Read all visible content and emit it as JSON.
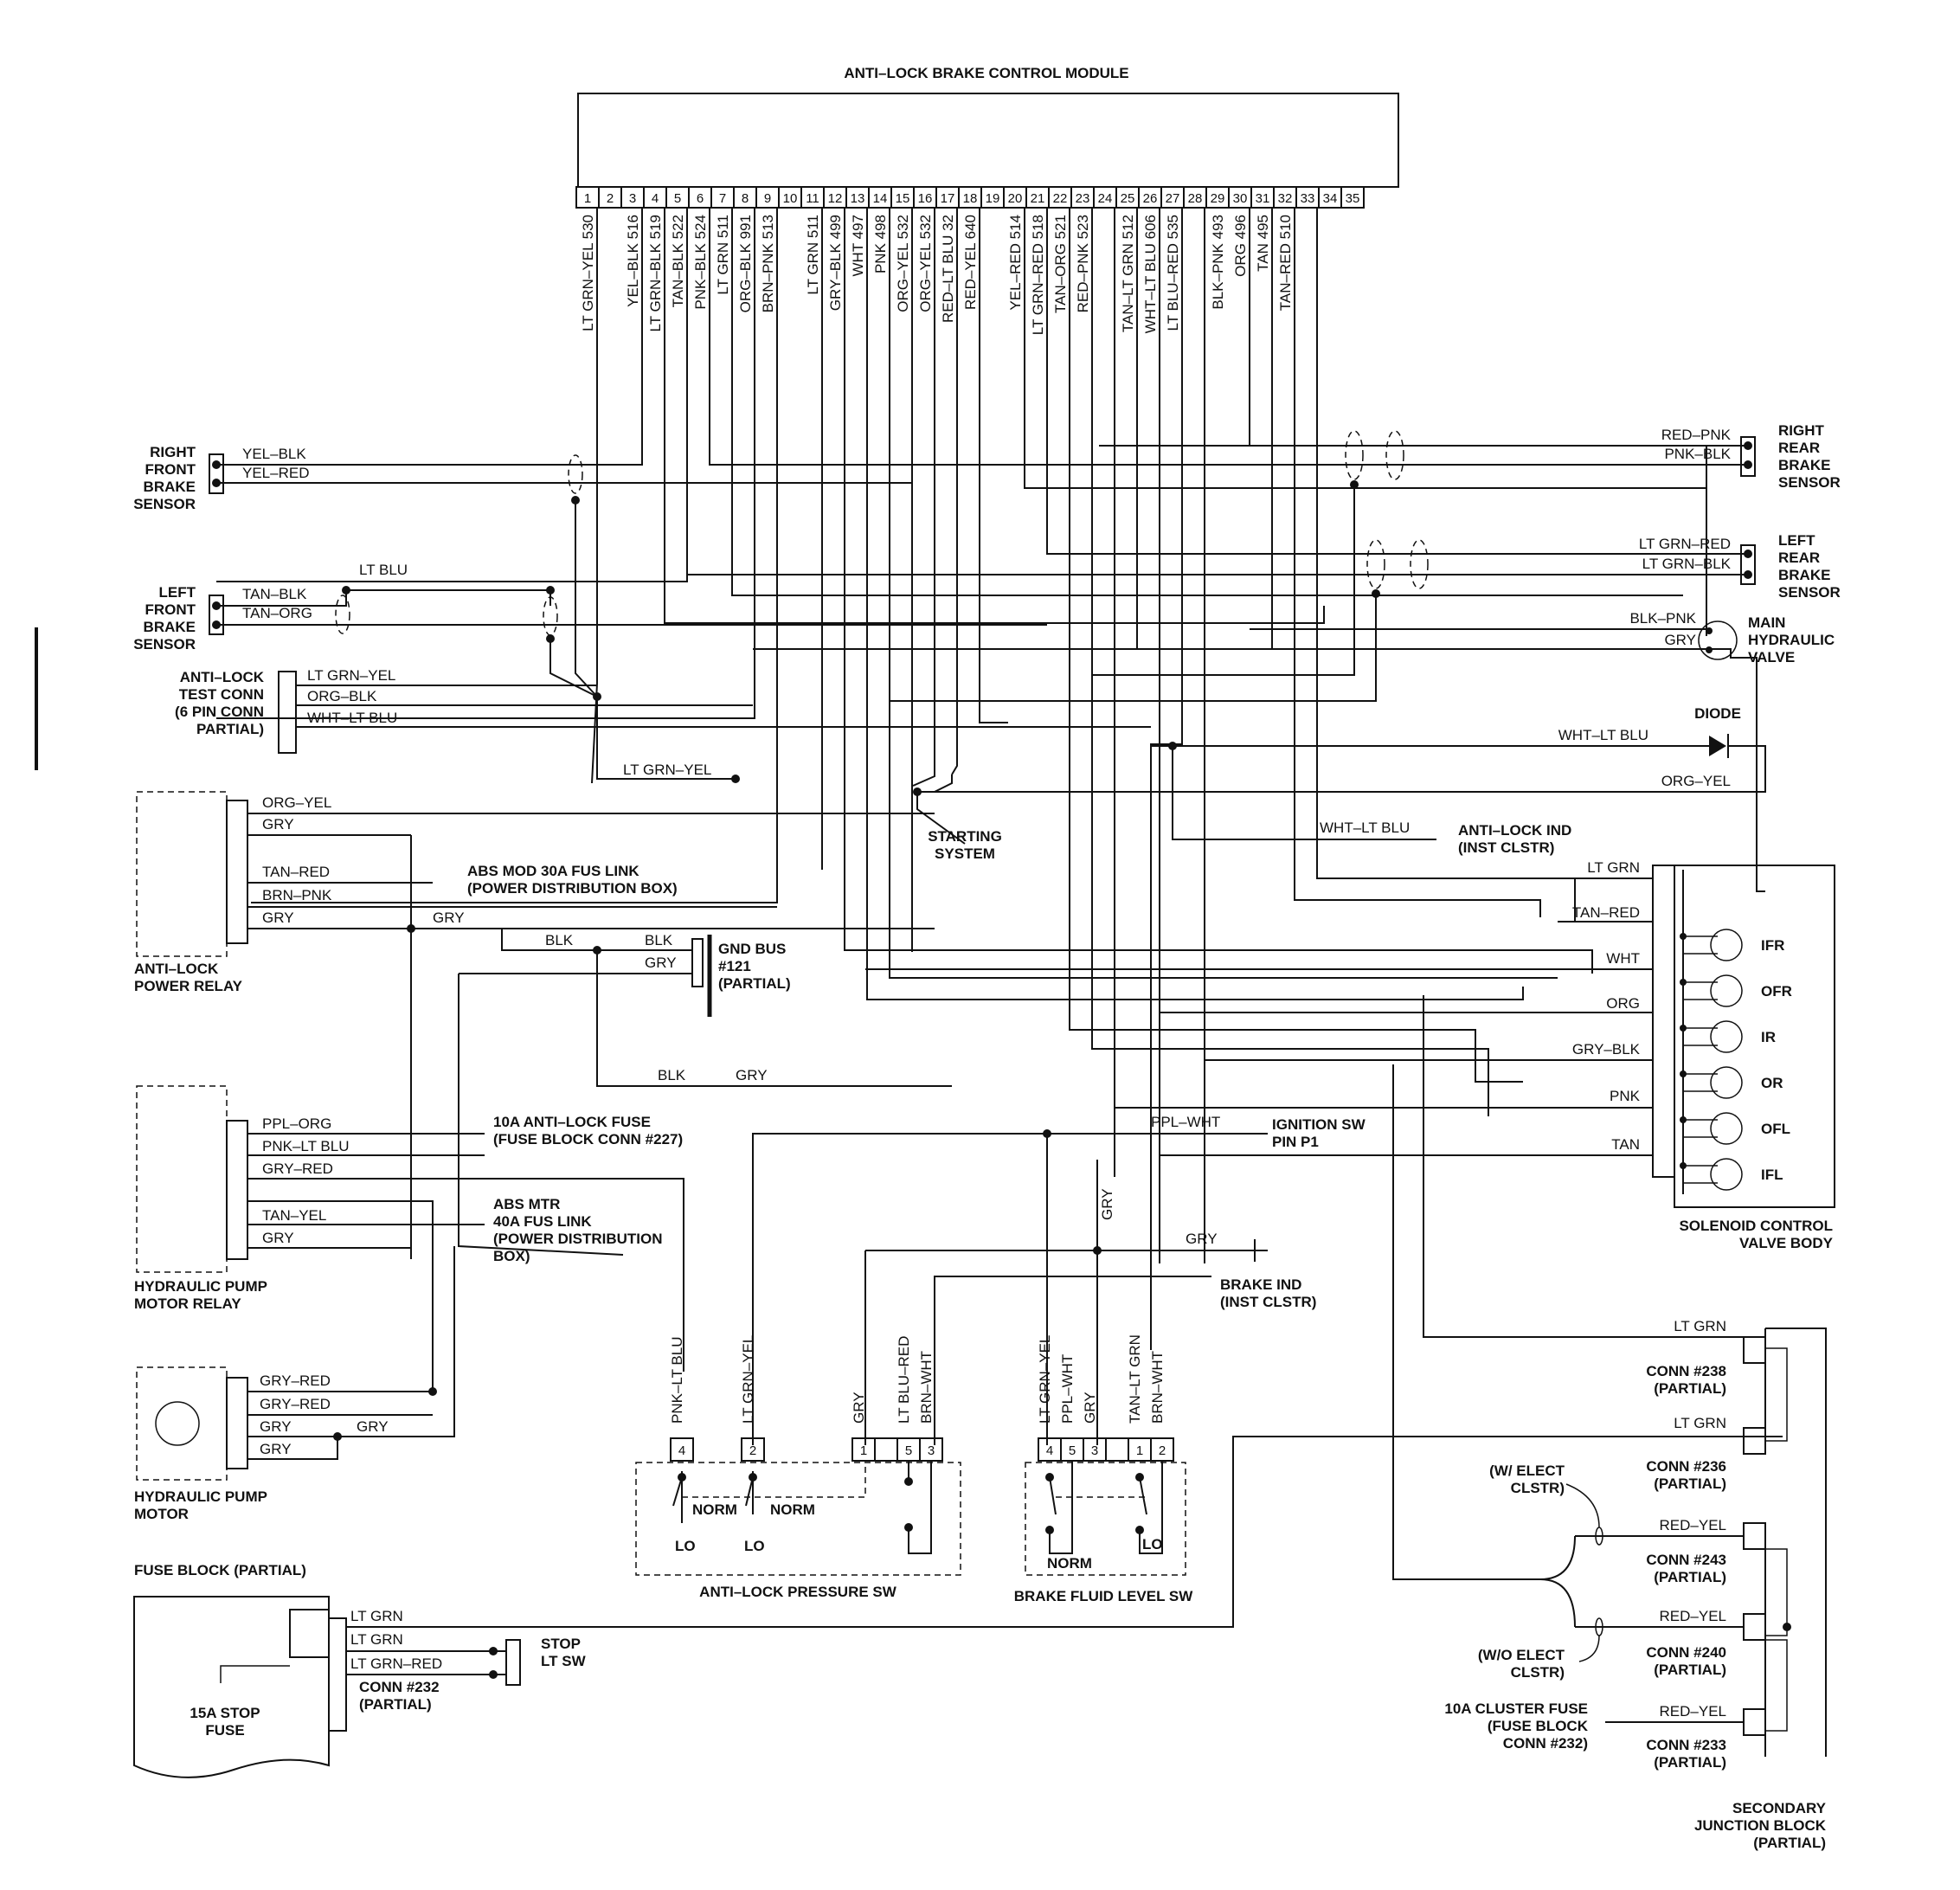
{
  "module": {
    "title": "ANTI–LOCK BRAKE CONTROL MODULE",
    "pins": [
      {
        "n": "1",
        "wire": "LT GRN–YEL 530"
      },
      {
        "n": "2",
        "wire": ""
      },
      {
        "n": "3",
        "wire": "YEL–BLK 516"
      },
      {
        "n": "4",
        "wire": "LT GRN–BLK 519"
      },
      {
        "n": "5",
        "wire": "TAN–BLK 522"
      },
      {
        "n": "6",
        "wire": "PNK–BLK 524"
      },
      {
        "n": "7",
        "wire": "LT GRN 511"
      },
      {
        "n": "8",
        "wire": "ORG–BLK 991"
      },
      {
        "n": "9",
        "wire": "BRN–PNK 513"
      },
      {
        "n": "10",
        "wire": ""
      },
      {
        "n": "11",
        "wire": "LT GRN 511"
      },
      {
        "n": "12",
        "wire": "GRY–BLK 499"
      },
      {
        "n": "13",
        "wire": "WHT 497"
      },
      {
        "n": "14",
        "wire": "PNK 498"
      },
      {
        "n": "15",
        "wire": "ORG–YEL 532"
      },
      {
        "n": "16",
        "wire": "ORG–YEL 532"
      },
      {
        "n": "17",
        "wire": "RED–LT BLU 32"
      },
      {
        "n": "18",
        "wire": "RED–YEL 640"
      },
      {
        "n": "19",
        "wire": ""
      },
      {
        "n": "20",
        "wire": "YEL–RED 514"
      },
      {
        "n": "21",
        "wire": "LT GRN–RED 518"
      },
      {
        "n": "22",
        "wire": "TAN–ORG 521"
      },
      {
        "n": "23",
        "wire": "RED–PNK 523"
      },
      {
        "n": "24",
        "wire": ""
      },
      {
        "n": "25",
        "wire": "TAN–LT GRN 512"
      },
      {
        "n": "26",
        "wire": "WHT–LT BLU 606"
      },
      {
        "n": "27",
        "wire": "LT BLU–RED 535"
      },
      {
        "n": "28",
        "wire": ""
      },
      {
        "n": "29",
        "wire": "BLK–PNK 493"
      },
      {
        "n": "30",
        "wire": "ORG 496"
      },
      {
        "n": "31",
        "wire": "TAN 495"
      },
      {
        "n": "32",
        "wire": "TAN–RED 510"
      },
      {
        "n": "33",
        "wire": ""
      },
      {
        "n": "34",
        "wire": ""
      },
      {
        "n": "35",
        "wire": ""
      }
    ]
  },
  "components": {
    "rf_sensor": "RIGHT\nFRONT\nBRAKE\nSENSOR",
    "lf_sensor": "LEFT\nFRONT\nBRAKE\nSENSOR",
    "test_conn": "ANTI–LOCK\nTEST CONN\n(6 PIN CONN\nPARTIAL)",
    "rr_sensor": "RIGHT\nREAR\nBRAKE\nSENSOR",
    "lr_sensor": "LEFT\nREAR\nBRAKE\nSENSOR",
    "main_valve": "MAIN\nHYDRAULIC\nVALVE",
    "diode": "DIODE",
    "starting": "STARTING\nSYSTEM",
    "power_relay": "ANTI–LOCK\nPOWER RELAY",
    "abs_mod_link": "ABS MOD 30A FUS LINK\n(POWER DISTRIBUTION BOX)",
    "gnd_bus": "GND BUS\n#121\n(PARTIAL)",
    "anti_lock_ind": "ANTI–LOCK IND\n(INST CLSTR)",
    "solenoid_body": "SOLENOID CONTROL\nVALVE BODY",
    "fuse_10a": "10A ANTI–LOCK FUSE\n(FUSE BLOCK CONN #227)",
    "ignition_sw": "IGNITION SW\nPIN P1",
    "abs_mtr": "ABS MTR\n40A FUS LINK\n(POWER DISTRIBUTION\nBOX)",
    "pump_relay": "HYDRAULIC PUMP\nMOTOR RELAY",
    "pump_motor": "HYDRAULIC PUMP\nMOTOR",
    "brake_ind": "BRAKE IND\n(INST CLSTR)",
    "pressure_sw": "ANTI–LOCK PRESSURE SW",
    "fluid_sw": "BRAKE FLUID LEVEL SW",
    "fuse_block": "FUSE BLOCK (PARTIAL)",
    "stop_fuse": "15A STOP\nFUSE",
    "stop_lt_sw": "STOP\nLT SW",
    "conn232": "CONN #232\n(PARTIAL)",
    "conn238": "CONN #238\n(PARTIAL)",
    "conn236": "CONN #236\n(PARTIAL)",
    "conn243": "CONN #243\n(PARTIAL)",
    "conn240": "CONN #240\n(PARTIAL)",
    "conn233": "CONN #233\n(PARTIAL)",
    "w_elect": "(W/ ELECT\nCLSTR)",
    "wo_elect": "(W/O ELECT\nCLSTR)",
    "cluster_fuse": "10A CLUSTER FUSE\n(FUSE BLOCK\nCONN #232)",
    "sec_junction": "SECONDARY\nJUNCTION BLOCK\n(PARTIAL)"
  },
  "solenoids": [
    "IFR",
    "OFR",
    "IR",
    "OR",
    "OFL",
    "IFL"
  ],
  "switch_labels": {
    "norm": "NORM",
    "lo": "LO"
  },
  "wire_labels": {
    "yel_blk": "YEL–BLK",
    "yel_red": "YEL–RED",
    "lt_blu": "LT BLU",
    "tan_blk": "TAN–BLK",
    "tan_org": "TAN–ORG",
    "lt_grn_yel": "LT GRN–YEL",
    "org_blk": "ORG–BLK",
    "wht_lt_blu": "WHT–LT BLU",
    "red_pnk": "RED–PNK",
    "pnk_blk": "PNK–BLK",
    "lt_grn_red": "LT GRN–RED",
    "lt_grn_blk": "LT GRN–BLK",
    "blk_pnk": "BLK–PNK",
    "gry": "GRY",
    "org_yel": "ORG–YEL",
    "tan_red": "TAN–RED",
    "brn_pnk": "BRN–PNK",
    "blk": "BLK",
    "lt_grn": "LT GRN",
    "wht": "WHT",
    "org": "ORG",
    "gry_blk": "GRY–BLK",
    "pnk": "PNK",
    "tan": "TAN",
    "ppl_org": "PPL–ORG",
    "pnk_lt_blu": "PNK–LT BLU",
    "gry_red": "GRY–RED",
    "tan_yel": "TAN–YEL",
    "ppl_wht": "PPL–WHT",
    "lt_blu_red": "LT BLU–RED",
    "brn_wht": "BRN–WHT",
    "tan_lt_grn": "TAN–LT GRN",
    "red_yel": "RED–YEL"
  }
}
